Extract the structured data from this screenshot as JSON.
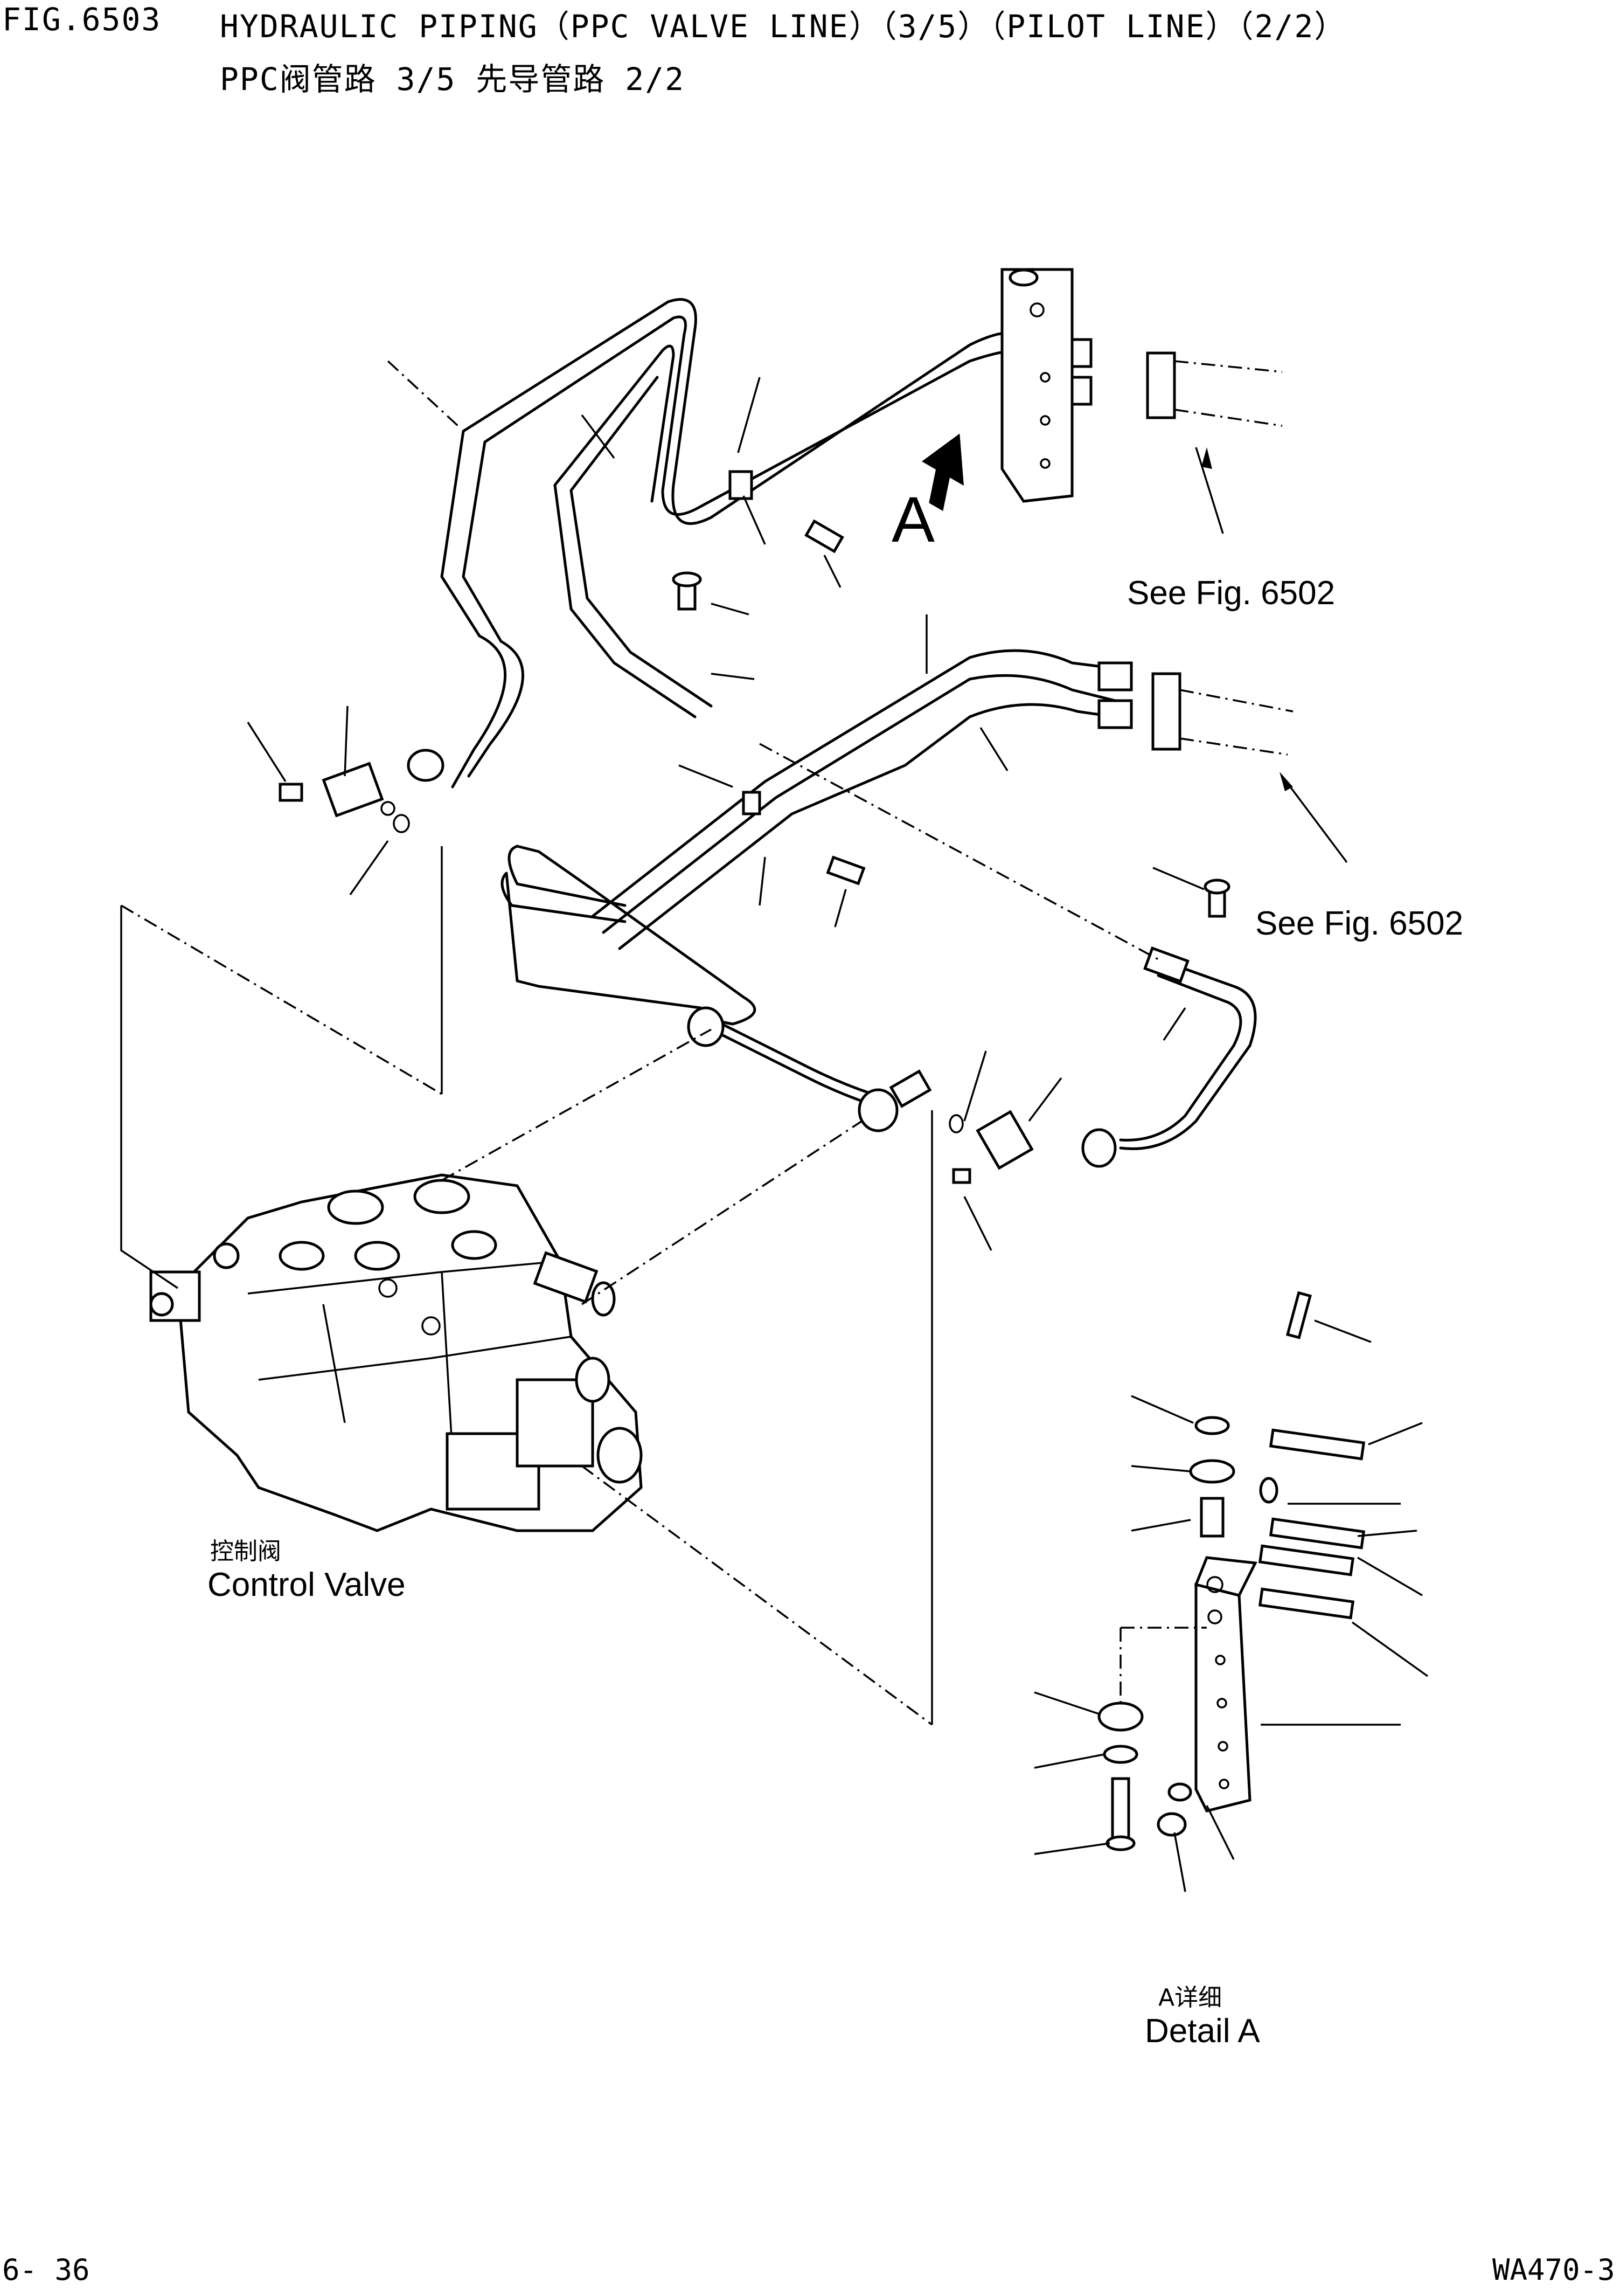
{
  "header": {
    "fig_number": "FIG.6503",
    "title_en": "HYDRAULIC PIPING（PPC VALVE LINE）（3/5）（PILOT LINE）（2/2）",
    "title_cn": "PPC阀管路 3/5 先导管路 2/2"
  },
  "labels": {
    "view_marker": "A",
    "see_fig_upper": "See Fig. 6502",
    "see_fig_lower": "See Fig. 6502",
    "control_valve_cn": "控制阀",
    "control_valve_en": "Control Valve",
    "detail_cn": "A详细",
    "detail_en": "Detail A"
  },
  "footer": {
    "page": "6- 36",
    "model": "WA470-3"
  }
}
